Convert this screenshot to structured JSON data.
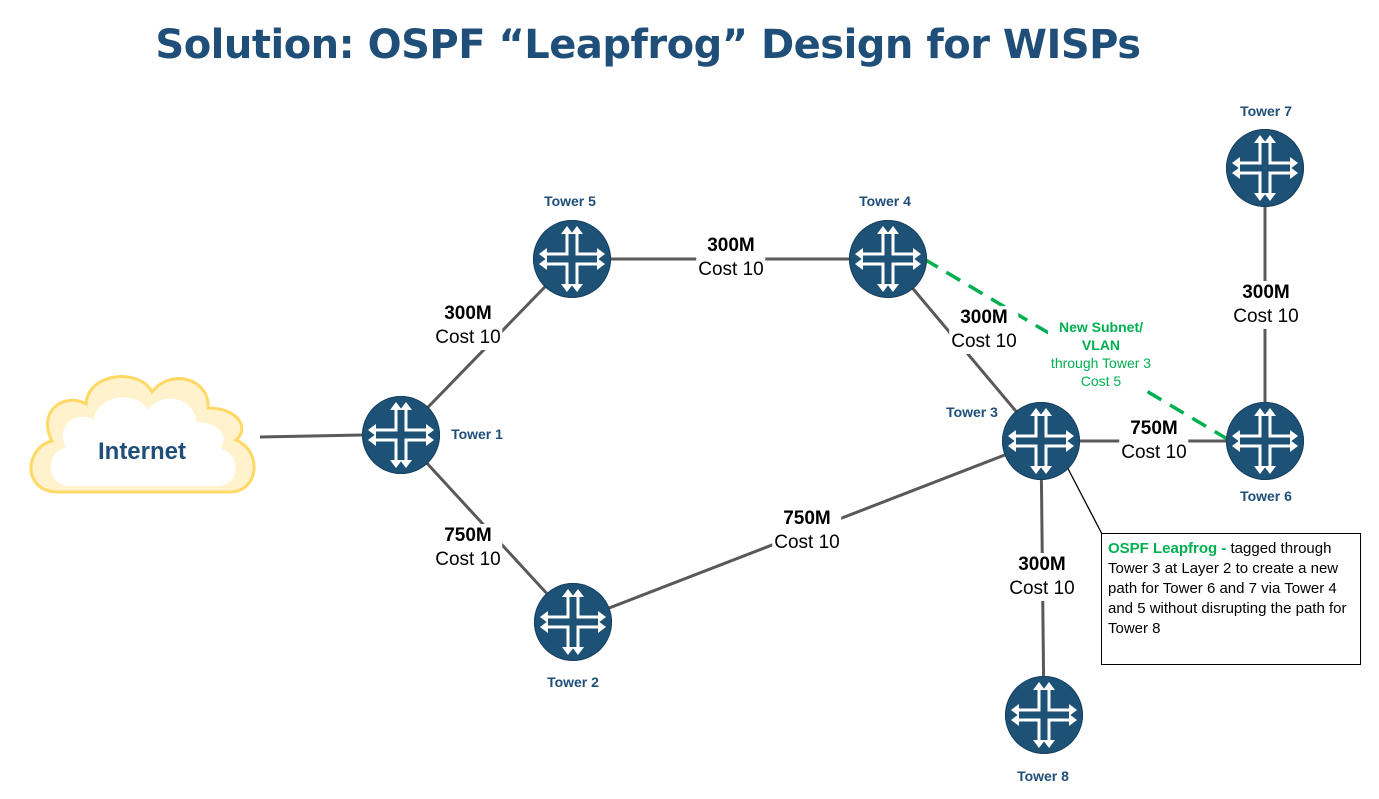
{
  "title": "Solution: OSPF “Leapfrog” Design for WISPs",
  "cloud": {
    "label": "Internet"
  },
  "towers": {
    "t1": "Tower 1",
    "t2": "Tower 2",
    "t3": "Tower 3",
    "t4": "Tower 4",
    "t5": "Tower 5",
    "t6": "Tower 6",
    "t7": "Tower 7",
    "t8": "Tower 8"
  },
  "links": {
    "t1_t5": {
      "bandwidth": "300M",
      "cost": "Cost 10"
    },
    "t5_t4": {
      "bandwidth": "300M",
      "cost": "Cost 10"
    },
    "t4_t3": {
      "bandwidth": "300M",
      "cost": "Cost 10"
    },
    "t1_t2": {
      "bandwidth": "750M",
      "cost": "Cost 10"
    },
    "t2_t3": {
      "bandwidth": "750M",
      "cost": "Cost 10"
    },
    "t3_t6": {
      "bandwidth": "750M",
      "cost": "Cost 10"
    },
    "t6_t7": {
      "bandwidth": "300M",
      "cost": "Cost 10"
    },
    "t3_t8": {
      "bandwidth": "300M",
      "cost": "Cost 10"
    }
  },
  "leapfrog_link": {
    "line1": "New Subnet/",
    "line2": "VLAN",
    "line3": "through Tower 3",
    "line4": "Cost 5"
  },
  "note": {
    "highlight": "OSPF Leapfrog -",
    "text": "  tagged through Tower 3 at Layer 2 to create a new path for Tower 6 and 7 via Tower 4 and 5 without disrupting the path for Tower 8"
  },
  "colors": {
    "title": "#1f4e79",
    "router": "#1d5175",
    "link": "#595959",
    "leapfrog": "#00b050",
    "cloud_fill": "#fff2cc",
    "cloud_stroke": "#ffd966"
  }
}
